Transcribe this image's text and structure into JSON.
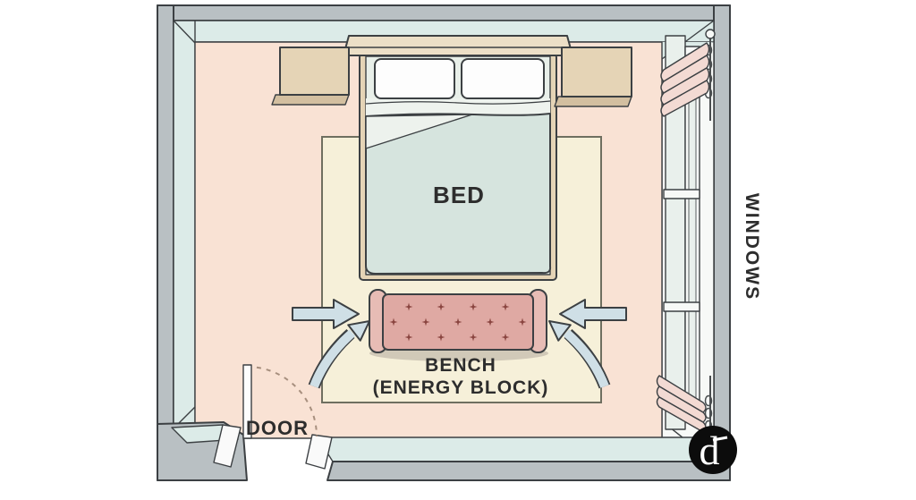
{
  "labels": {
    "bed": "BED",
    "bench": "BENCH",
    "bench_sub": "(ENERGY BLOCK)",
    "door": "DOOR",
    "windows": "WINDOWS"
  },
  "logo": {
    "letter": "d"
  },
  "icons": {
    "arrow-straight-left": "→",
    "arrow-straight-right": "←",
    "arrow-curved-left": "↗",
    "arrow-curved-right": "↖",
    "door-swing": "dashed quarter-arc",
    "curtain": "ruffled drape",
    "tuft-button": "✦"
  },
  "colors": {
    "wall": "#b9c0c3",
    "wall_face": "#dcebe8",
    "floor": "#f9e2d4",
    "rug": "#f6f0d9",
    "wood": "#e5d4b6",
    "wood_dark": "#d3bfa0",
    "wood_light": "#ecdfc7",
    "pillow": "#fdfdfd",
    "mattress": "#e8efe9",
    "bed_cover": "#d6e4de",
    "bench": "#dfa9a3",
    "bench_arm": "#e7bcb5",
    "bench_button": "#8a4540",
    "arrow": "#cfdfe6",
    "curtain": "#f3dad3",
    "glass": "#e9f0ec",
    "frame_white": "#f7f9f7",
    "outline": "#3c4043",
    "text": "#2d2d2d",
    "door_arc": "#a78f7e",
    "logo_bg": "#0c0c0c",
    "logo_fg": "#ffffff"
  }
}
